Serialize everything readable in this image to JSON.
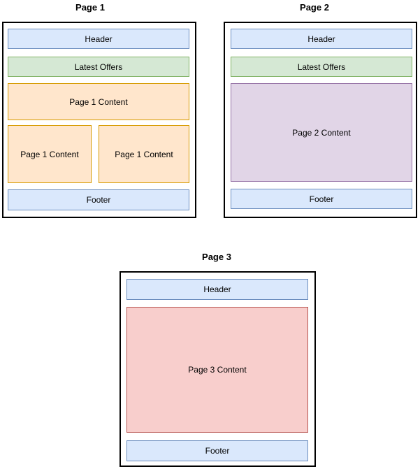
{
  "diagram": {
    "type": "website-page-layout-wireframe",
    "background": "#ffffff",
    "palette": {
      "frame_stroke": "#000000",
      "blue_fill": "#dae8fc",
      "blue_stroke": "#6c8ebf",
      "green_fill": "#d5e8d4",
      "green_stroke": "#82b366",
      "orange_fill": "#ffe6cc",
      "orange_stroke": "#d79b00",
      "purple_fill": "#e1d5e7",
      "purple_stroke": "#9673a6",
      "red_fill": "#f8cecc",
      "red_stroke": "#b85450",
      "text": "#000000"
    }
  },
  "pages": [
    {
      "title": "Page 1",
      "blocks": [
        {
          "label": "Header",
          "color": "blue"
        },
        {
          "label": "Latest Offers",
          "color": "green"
        },
        {
          "label": "Page 1 Content",
          "color": "orange"
        },
        {
          "label": "Page 1 Content",
          "color": "orange"
        },
        {
          "label": "Page 1 Content",
          "color": "orange"
        },
        {
          "label": "Footer",
          "color": "blue"
        }
      ]
    },
    {
      "title": "Page 2",
      "blocks": [
        {
          "label": "Header",
          "color": "blue"
        },
        {
          "label": "Latest Offers",
          "color": "green"
        },
        {
          "label": "Page 2 Content",
          "color": "purple"
        },
        {
          "label": "Footer",
          "color": "blue"
        }
      ]
    },
    {
      "title": "Page 3",
      "blocks": [
        {
          "label": "Header",
          "color": "blue"
        },
        {
          "label": "Page 3 Content",
          "color": "red"
        },
        {
          "label": "Footer",
          "color": "blue"
        }
      ]
    }
  ]
}
